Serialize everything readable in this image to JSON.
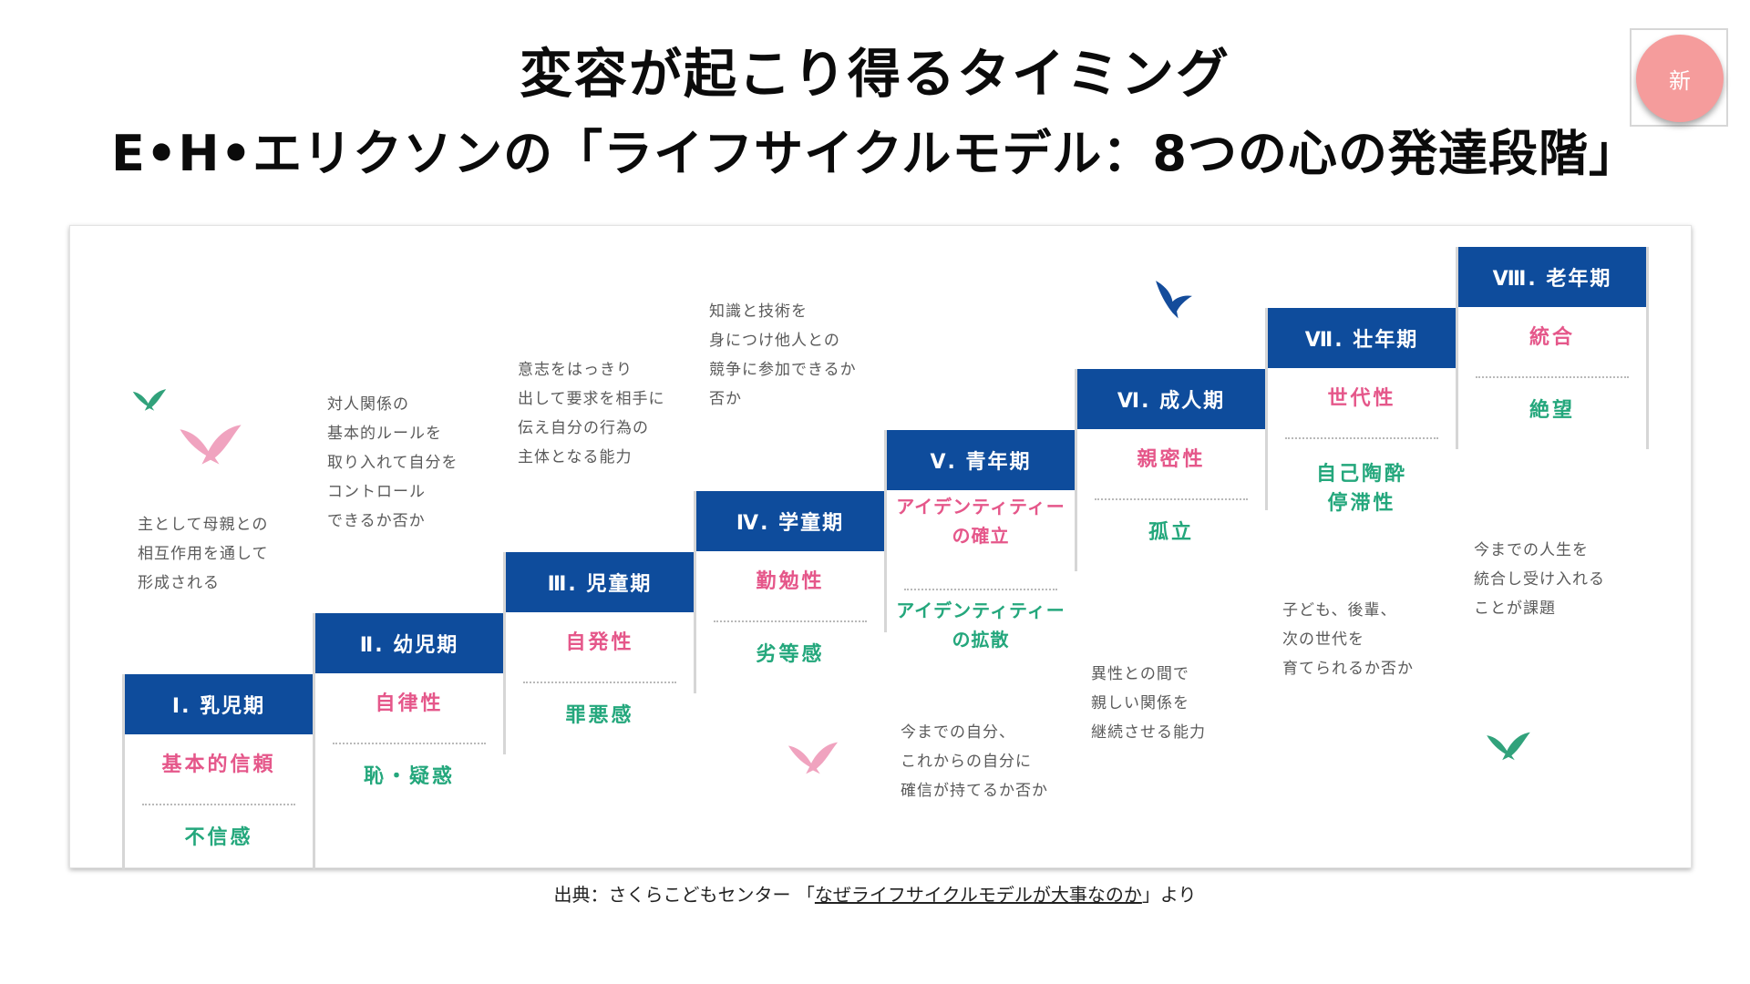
{
  "title": {
    "line1": "変容が起こり得るタイミング",
    "line2": "E•H•エリクソンの「ライフサイクルモデル：8つの心の発達段階」"
  },
  "badge": {
    "label": "新"
  },
  "colors": {
    "header_bg": "#0e4c9c",
    "positive": "#e5578a",
    "negative": "#24a77c",
    "bird_pink": "#f0a3bf",
    "bird_green": "#31a27b",
    "bird_blue": "#144c9b",
    "badge": "#f59c9c"
  },
  "stages": [
    {
      "label": "Ⅰ. 乳児期",
      "positive": "基本的信頼",
      "negative": "不信感",
      "description": "主として母親との\n相互作用を通して\n形成される"
    },
    {
      "label": "Ⅱ. 幼児期",
      "positive": "自律性",
      "negative": "恥・疑惑",
      "description": "対人関係の\n基本的ルールを\n取り入れて自分を\nコントロール\nできるか否か"
    },
    {
      "label": "Ⅲ. 児童期",
      "positive": "自発性",
      "negative": "罪悪感",
      "description": "意志をはっきり\n出して要求を相手に\n伝え自分の行為の\n主体となる能力"
    },
    {
      "label": "Ⅳ. 学童期",
      "positive": "勤勉性",
      "negative": "劣等感",
      "description": "知識と技術を\n身につけ他人との\n競争に参加できるか\n否か"
    },
    {
      "label": "Ⅴ. 青年期",
      "positive": "アイデンティティー\nの確立",
      "negative": "アイデンティティー\nの拡散",
      "description": "今までの自分、\nこれからの自分に\n確信が持てるか否か"
    },
    {
      "label": "Ⅵ. 成人期",
      "positive": "親密性",
      "negative": "孤立",
      "description": "異性との間で\n親しい関係を\n継続させる能力"
    },
    {
      "label": "Ⅶ. 壮年期",
      "positive": "世代性",
      "negative": "自己陶酔\n停滞性",
      "description": "子ども、後輩、\n次の世代を\n育てられるか否か"
    },
    {
      "label": "Ⅷ. 老年期",
      "positive": "統合",
      "negative": "絶望",
      "description": "今までの人生を\n統合し受け入れる\nことが課題"
    }
  ],
  "citation": {
    "prefix": "出典：さくらこどもセンター 「",
    "link": "なぜライフサイクルモデルが大事なのか",
    "suffix": "」より"
  }
}
